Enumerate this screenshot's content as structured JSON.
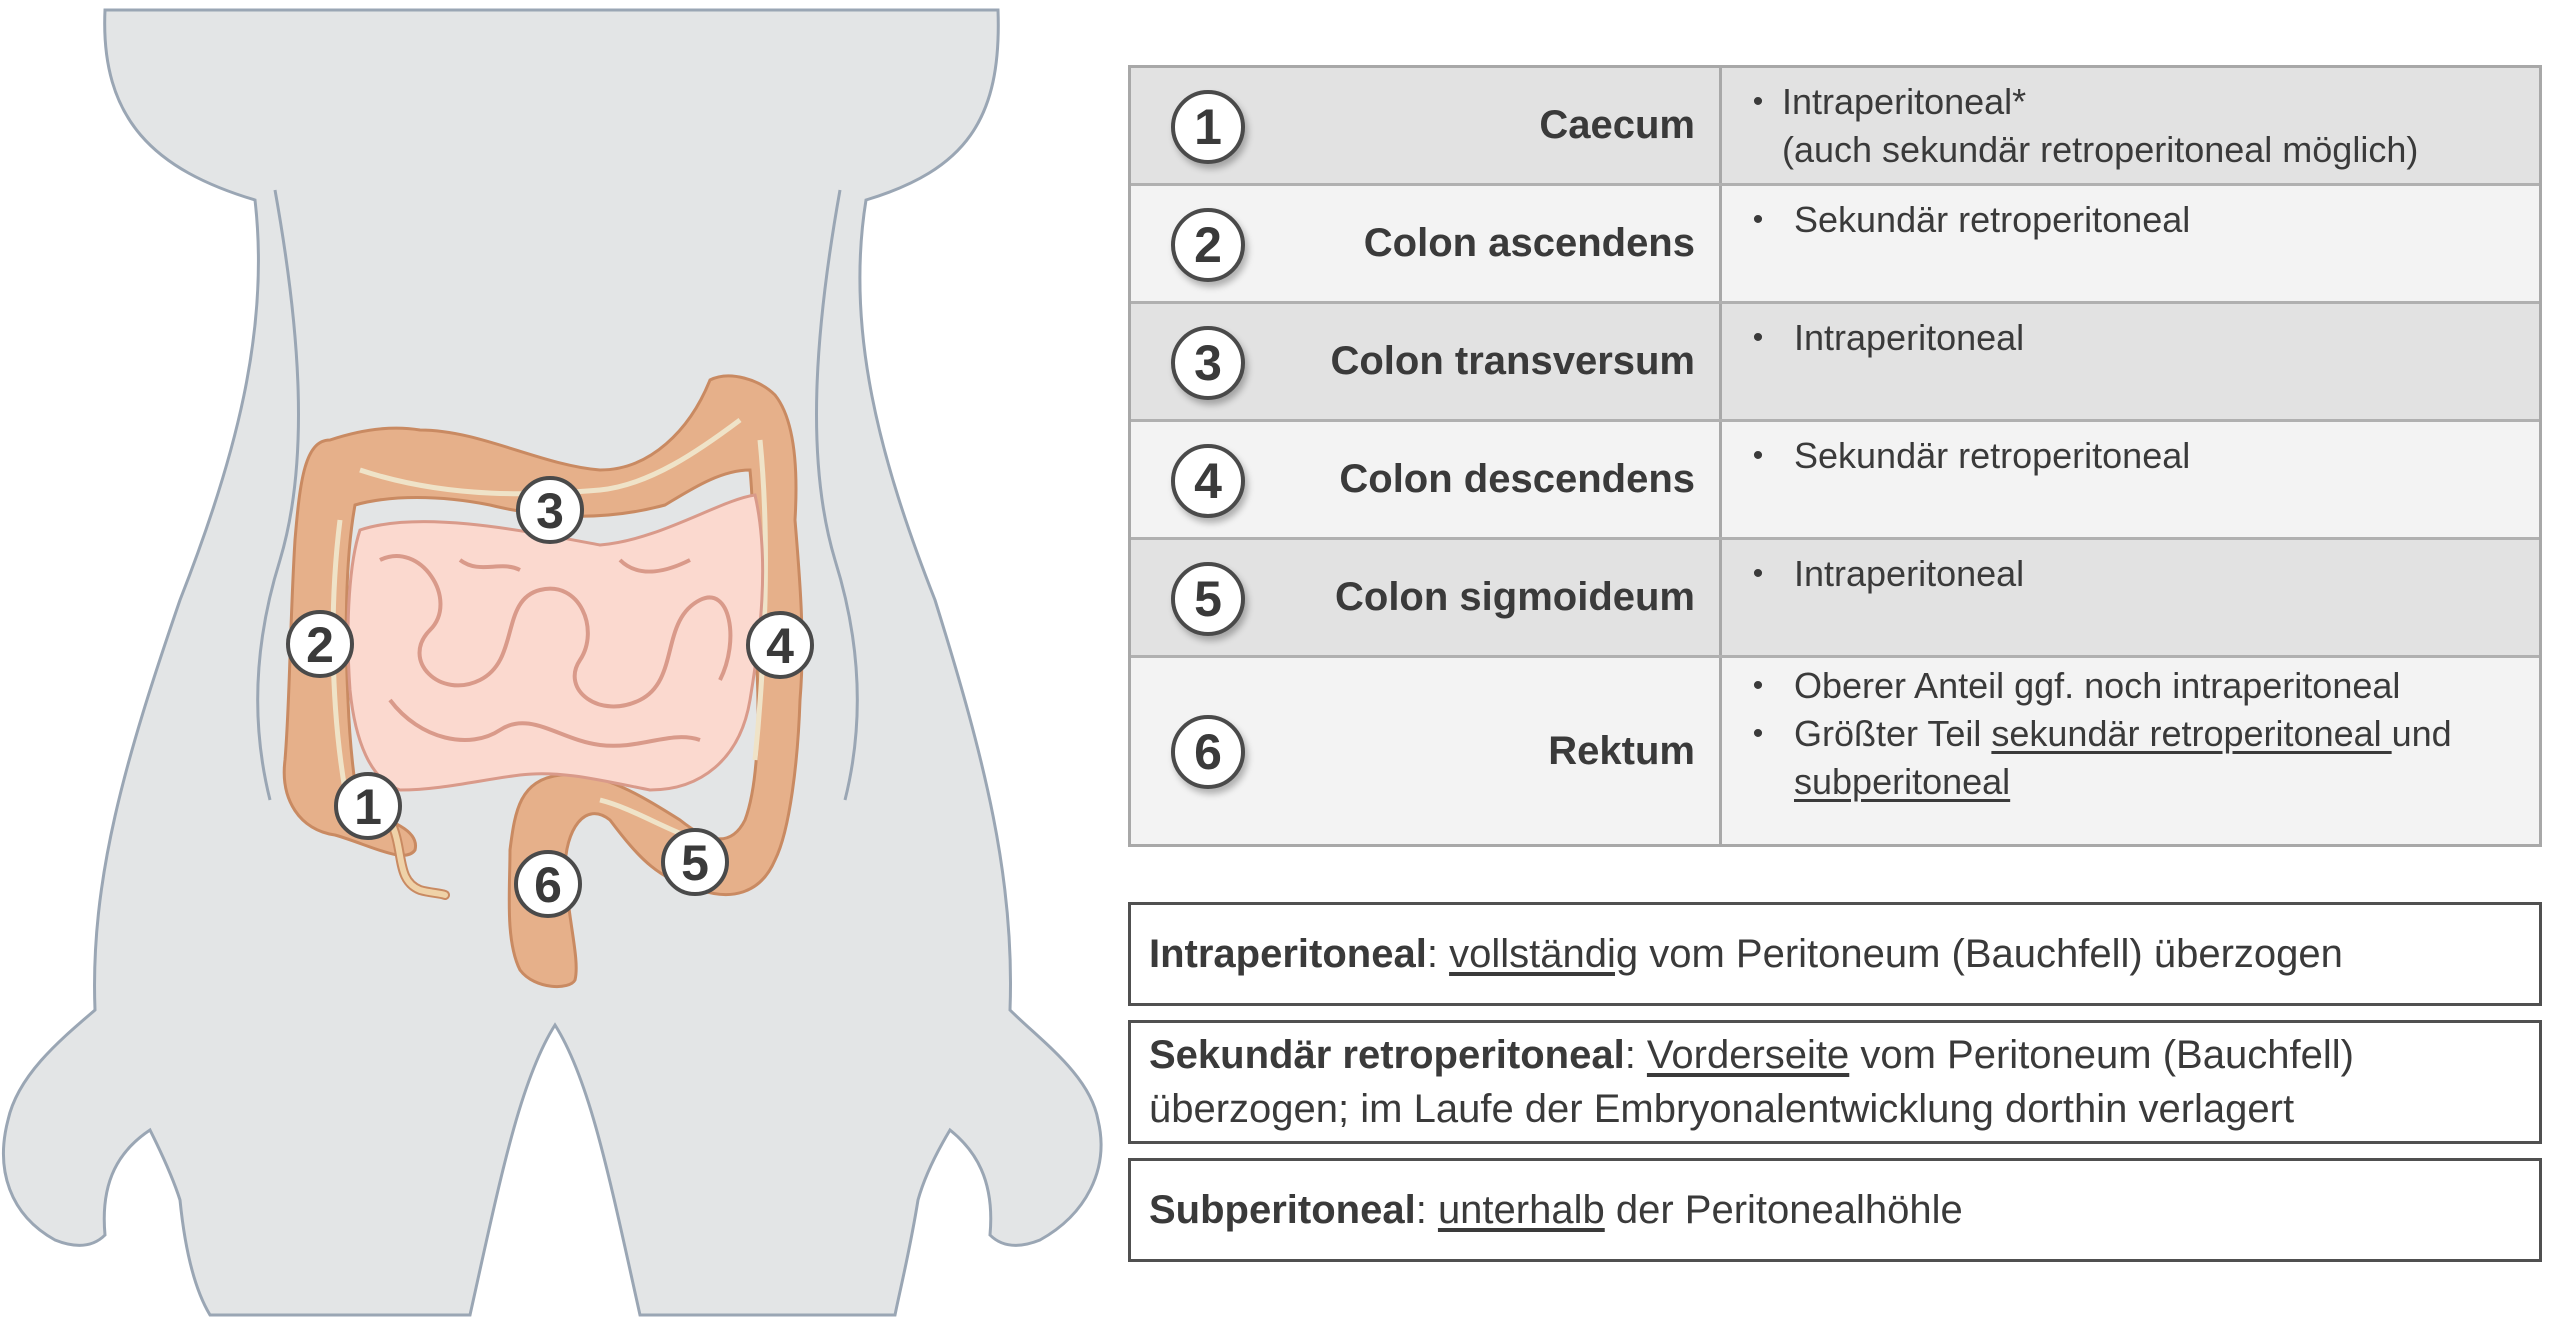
{
  "figure": {
    "markers": [
      "1",
      "2",
      "3",
      "4",
      "5",
      "6"
    ]
  },
  "table": {
    "rows": [
      {
        "num": "1",
        "name": "Caecum",
        "bullets": [
          "Intraperitoneal*",
          "(auch sekundär retroperitoneal möglich)"
        ]
      },
      {
        "num": "2",
        "name": "Colon ascendens",
        "bullets": [
          "Sekundär retroperitoneal"
        ]
      },
      {
        "num": "3",
        "name": "Colon transversum",
        "bullets": [
          "Intraperitoneal"
        ]
      },
      {
        "num": "4",
        "name": "Colon descendens",
        "bullets": [
          "Sekundär retroperitoneal"
        ]
      },
      {
        "num": "5",
        "name": "Colon sigmoideum",
        "bullets": [
          "Intraperitoneal"
        ]
      },
      {
        "num": "6",
        "name": "Rektum",
        "bullets": [
          "Oberer Anteil ggf. noch intraperitoneal"
        ],
        "bullet2": {
          "pre": "Größter Teil ",
          "u1": "sekundär retroperitoneal ",
          "mid": "und",
          "u2": "subperitoneal"
        }
      }
    ]
  },
  "definitions": [
    {
      "term": "Intraperitoneal",
      "sep": ": ",
      "u": "vollständig",
      "rest": " vom Peritoneum (Bauchfell) überzogen"
    },
    {
      "term": "Sekundär retroperitoneal",
      "sep": ": ",
      "u": "Vorderseite",
      "rest": " vom Peritoneum (Bauchfell) überzogen; im Laufe der Embryonalentwicklung dorthin verlagert"
    },
    {
      "term": "Subperitoneal",
      "sep": ": ",
      "u": "unterhalb",
      "rest": " der Peritonealhöhle"
    }
  ],
  "colors": {
    "body": "#e3e5e6",
    "body_outline": "#9aa6b4",
    "colon": "#e6b08a",
    "colon_outline": "#c98a62",
    "small_intestine": "#fbd9cf",
    "small_intestine_outline": "#d99a8a",
    "vessel": "#efe3c8",
    "table_shade": "#e2e2e2",
    "table_light": "#f3f3f3"
  }
}
